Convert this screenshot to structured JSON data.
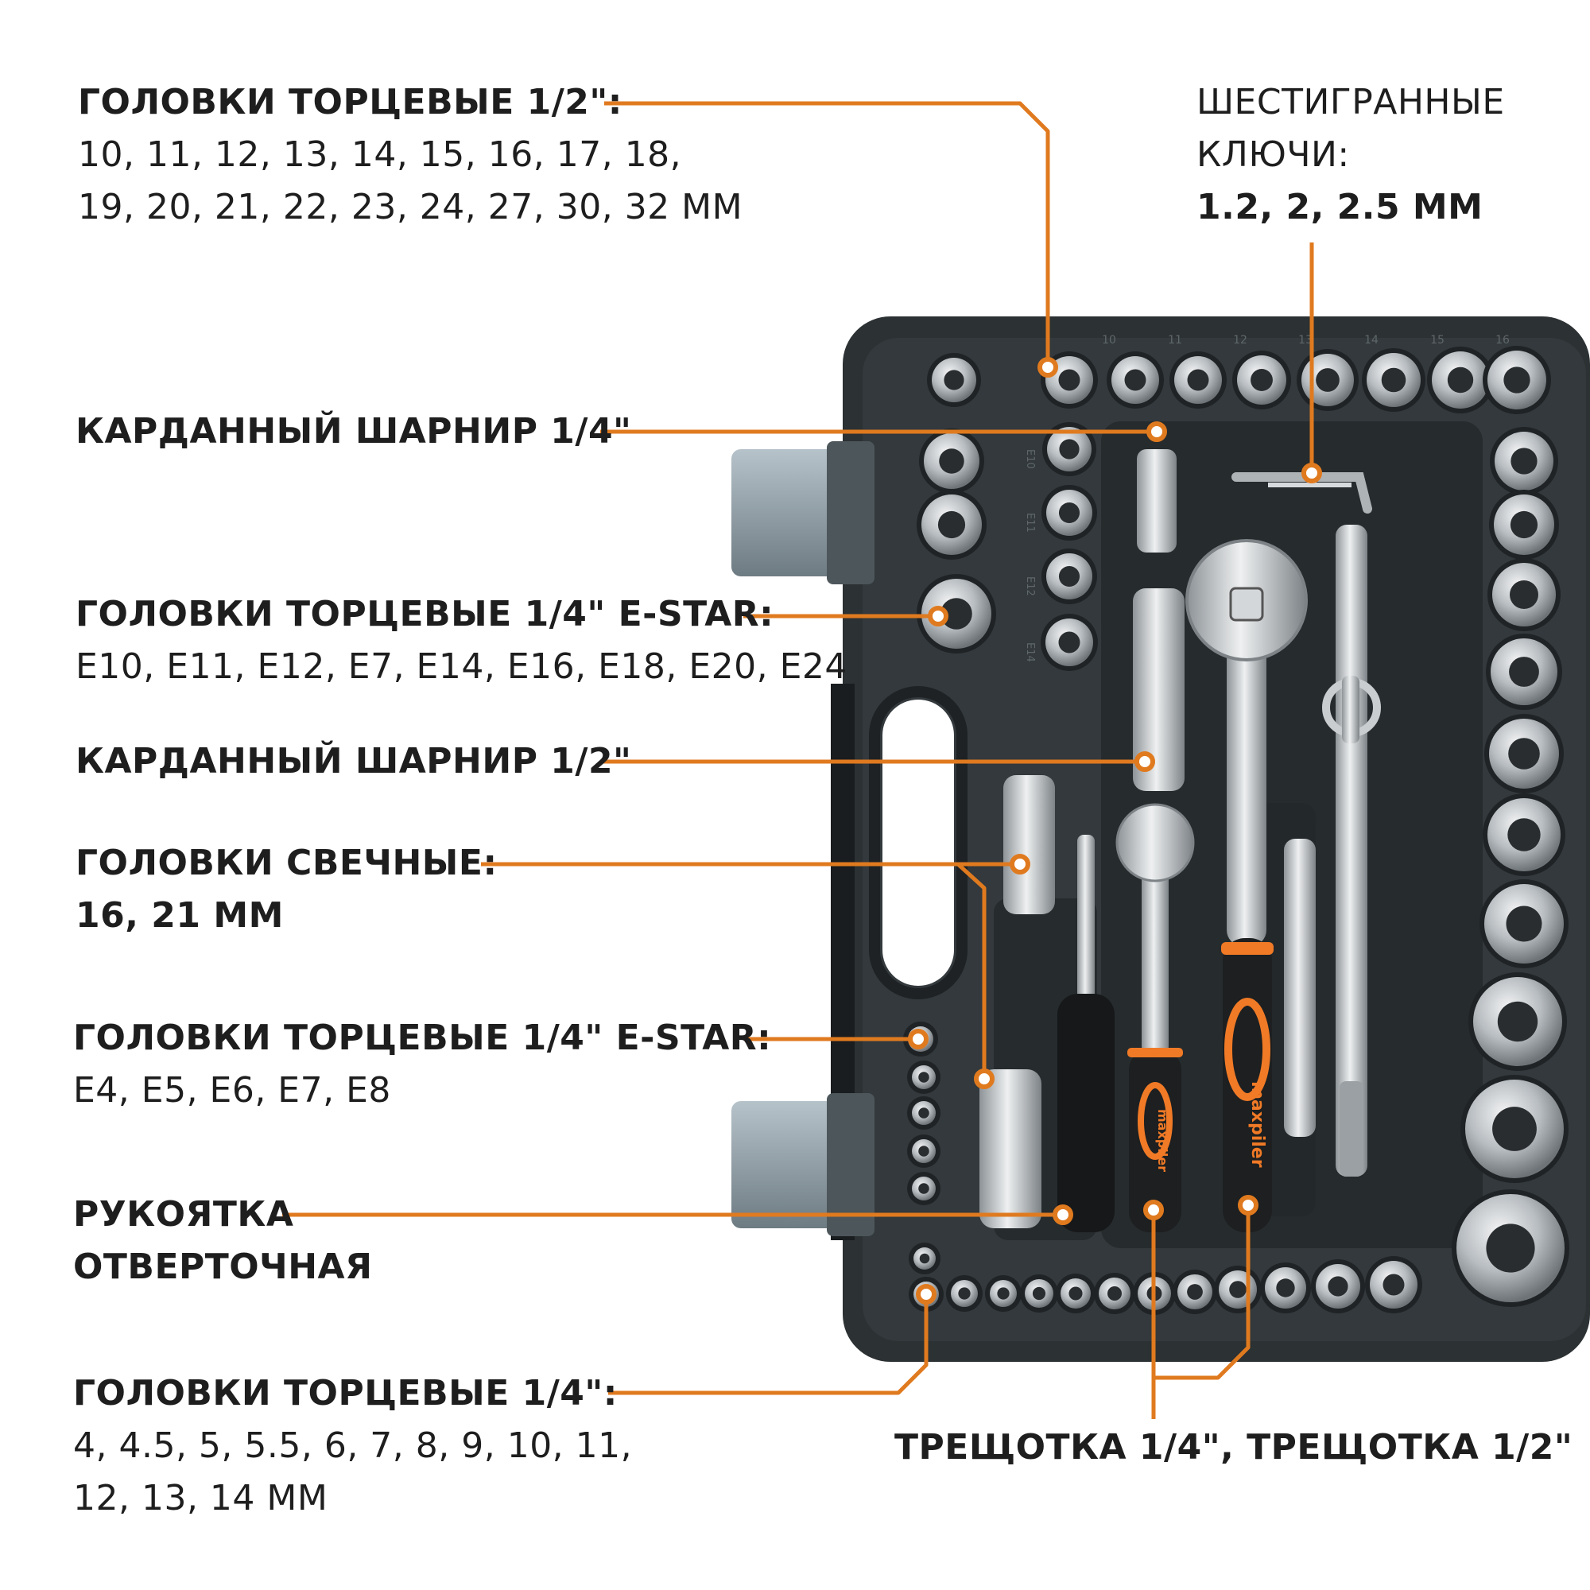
{
  "colors": {
    "leader": "#e07a1f",
    "case": "#2e3336",
    "case_dark": "#1c1f21",
    "chrome": "#c9cdd0",
    "handle_accent": "#f07a26",
    "text": "#1e1e1e"
  },
  "callouts": [
    {
      "id": "sockets-half",
      "title": "ГОЛОВКИ ТОРЦЕВЫЕ 1/2\":",
      "lines": [
        "10, 11, 12, 13, 14, 15, 16, 17, 18,",
        "19, 20, 21, 22, 23, 24, 27, 30, 32 MM"
      ]
    },
    {
      "id": "hex-keys",
      "title": "",
      "lines": [
        "ШЕСТИГРАННЫЕ",
        "КЛЮЧИ:"
      ],
      "subtitle": "1.2, 2, 2.5 MM"
    },
    {
      "id": "ujoint-quarter",
      "title": "КАРДАННЫЙ ШАРНИР 1/4\"",
      "lines": []
    },
    {
      "id": "estar-quarter-large",
      "title": "ГОЛОВКИ ТОРЦЕВЫЕ 1/4\" E-STAR:",
      "lines": [
        "E10, E11, E12, E7, E14, E16, E18, E20, E24"
      ]
    },
    {
      "id": "ujoint-half",
      "title": "КАРДАННЫЙ ШАРНИР 1/2\"",
      "lines": []
    },
    {
      "id": "spark-plug",
      "title": "ГОЛОВКИ СВЕЧНЫЕ:",
      "lines": [
        "16, 21 MM"
      ]
    },
    {
      "id": "estar-quarter-small",
      "title": "ГОЛОВКИ ТОРЦЕВЫЕ 1/4\" E-STAR:",
      "lines": [
        "E4, E5, E6, E7, E8"
      ]
    },
    {
      "id": "screwdriver-handle",
      "title": "РУКОЯТКА",
      "lines": [
        "ОТВЕРТОЧНАЯ"
      ]
    },
    {
      "id": "sockets-quarter",
      "title": "ГОЛОВКИ ТОРЦЕВЫЕ 1/4\":",
      "lines": [
        "4, 4.5, 5, 5.5, 6, 7, 8, 9, 10, 11,",
        "12, 13, 14 MM"
      ]
    },
    {
      "id": "ratchets",
      "title": "ТРЕЩОТКА 1/4\", ТРЕЩОТКА 1/2\"",
      "lines": []
    }
  ],
  "case_labels": {
    "top_row_numbers": [
      "10",
      "11",
      "12",
      "13",
      "14",
      "15",
      "16"
    ],
    "estar_marks": [
      "E10",
      "E11",
      "E12",
      "E14"
    ],
    "brand": "maxpiler"
  }
}
